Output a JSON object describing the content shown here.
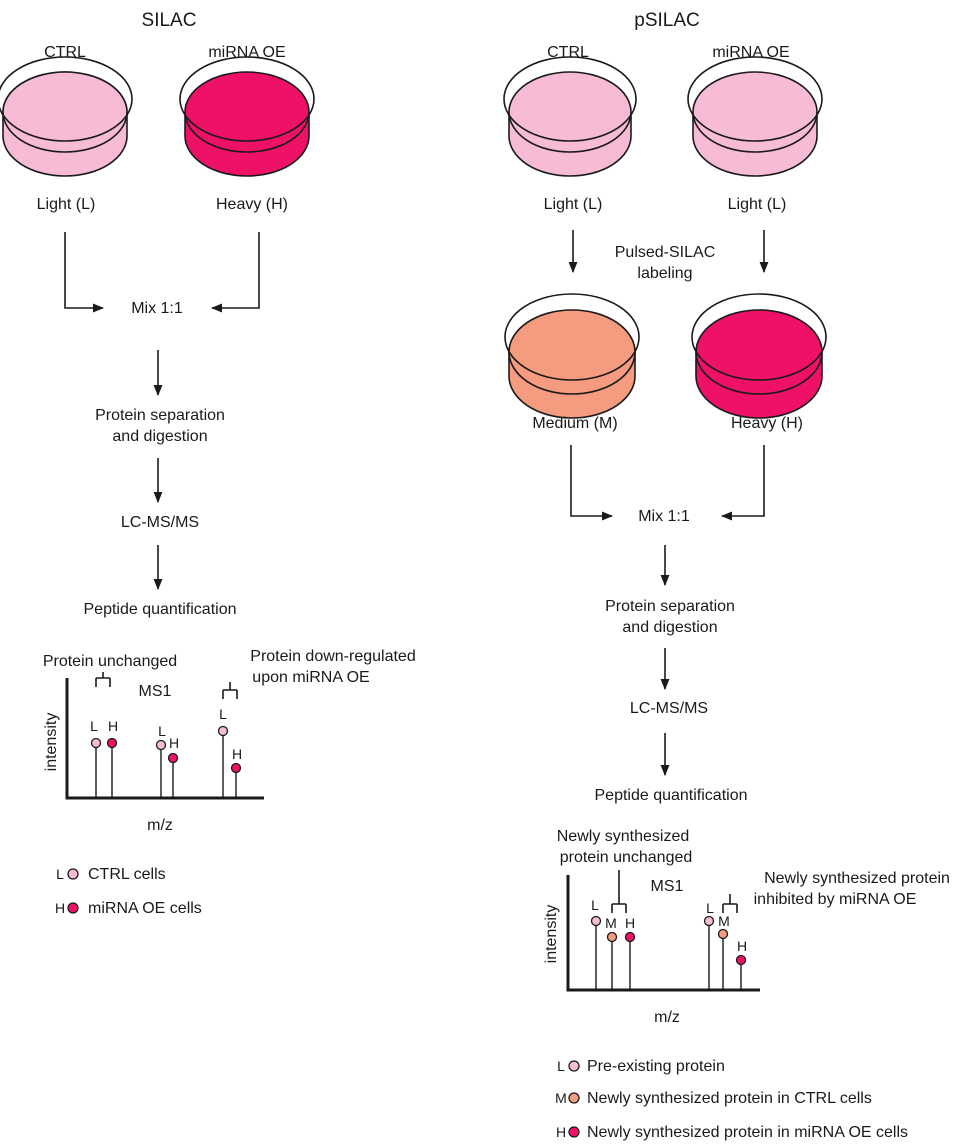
{
  "colors": {
    "light": "#f7bbd6",
    "heavy": "#ee1167",
    "medium": "#f59b80"
  },
  "silac": {
    "title": "SILAC",
    "ctrl_label": "CTRL",
    "oe_label": "miRNA OE",
    "ctrl_dish_label": "Light (L)",
    "oe_dish_label": "Heavy (H)",
    "steps": [
      "Mix 1:1",
      "Protein separation",
      "and digestion",
      "LC-MS/MS",
      "Peptide quantification"
    ],
    "spectrum": {
      "annotation_left": "Protein unchanged",
      "annotation_right_line1": "Protein down-regulated",
      "annotation_right_line2": "upon miRNA OE",
      "ms_label": "MS1",
      "ylabel": "intensity",
      "xlabel": "m/z"
    },
    "legend": [
      {
        "letter": "L",
        "text": "CTRL cells"
      },
      {
        "letter": "H",
        "text": "miRNA OE cells"
      }
    ]
  },
  "psilac": {
    "title": "pSILAC",
    "ctrl_label": "CTRL",
    "oe_label": "miRNA OE",
    "ctrl_dish_label": "Light (L)",
    "oe_dish_label": "Light (L)",
    "pulse_label_line1": "Pulsed-SILAC",
    "pulse_label_line2": "labeling",
    "medium_dish_label": "Medium (M)",
    "heavy_dish_label": "Heavy (H)",
    "steps": [
      "Mix 1:1",
      "Protein separation",
      "and digestion",
      "LC-MS/MS",
      "Peptide quantification"
    ],
    "spectrum": {
      "annotation_left_line1": "Newly synthesized",
      "annotation_left_line2": "protein unchanged",
      "annotation_right_line1": "Newly synthesized protein",
      "annotation_right_line2": "inhibited by miRNA OE",
      "ms_label": "MS1",
      "ylabel": "intensity",
      "xlabel": "m/z"
    },
    "legend": [
      {
        "letter": "L",
        "text": "Pre-existing protein"
      },
      {
        "letter": "M",
        "text": "Newly synthesized protein in CTRL cells"
      },
      {
        "letter": "H",
        "text": "Newly synthesized protein in miRNA OE cells"
      }
    ]
  },
  "peak_letters": {
    "L": "L",
    "M": "M",
    "H": "H"
  }
}
